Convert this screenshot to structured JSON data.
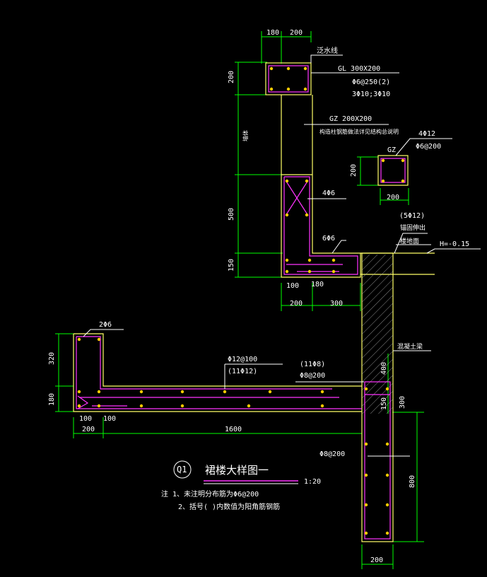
{
  "colors": {
    "background": "#000000",
    "outline": "#ffff66",
    "rebar": "#ff33ff",
    "dimension": "#00ff00",
    "leader": "#ffffff",
    "dot": "#ffcc00",
    "hatch": "#aaaaaa"
  },
  "dims": {
    "top_180": "180",
    "top_200": "200",
    "gl_200": "200",
    "mid_500": "500",
    "bot_150": "150",
    "b_200": "200",
    "b_300": "300",
    "gz_200_v": "200",
    "gz_200_h": "200",
    "low_100": "100",
    "low_180": "180",
    "left_320": "320",
    "left_180": "180",
    "bot_200": "200",
    "bot_100": "100",
    "bot_1600": "1600",
    "col_400": "400",
    "col_150": "150",
    "col_300": "300",
    "col_800": "800",
    "col_200": "200"
  },
  "labels": {
    "gl_top": "泛水线",
    "gl_name": "GL 300X200",
    "gl_stirrup": "Φ6@250(2)",
    "gl_bars": "3Φ10;3Φ10",
    "gz_name": "GZ 200X200",
    "gz_note": "构造柱钢筋做法详见结构总说明",
    "vertical_note": "墙体",
    "gz_box_label": "GZ",
    "gz_bars": "4Φ12",
    "gz_stirrup": "Φ6@200",
    "wall_bars": "4Φ6",
    "corner_bar": "6Φ6",
    "bar_5": "(5Φ12)",
    "anchor": "锚固伸出",
    "floor_line": "楼地面",
    "elevation": "H=-0.15",
    "slab_top_bar": "2Φ6",
    "slab_main": "Φ12@100",
    "slab_main_alt": "(11Φ12)",
    "slab_dist_alt": "(11Φ8)",
    "slab_dist": "Φ8@200",
    "concrete": "混凝土梁",
    "col_stirrup": "Φ8@200"
  },
  "title": {
    "tag": "Q1",
    "name": "裙楼大样图一",
    "scale": "1:20"
  },
  "notes": {
    "note1": "注 1、未注明分布筋为Φ6@200",
    "note2": "2、括号( )内数值为阳角筋钢筋"
  }
}
